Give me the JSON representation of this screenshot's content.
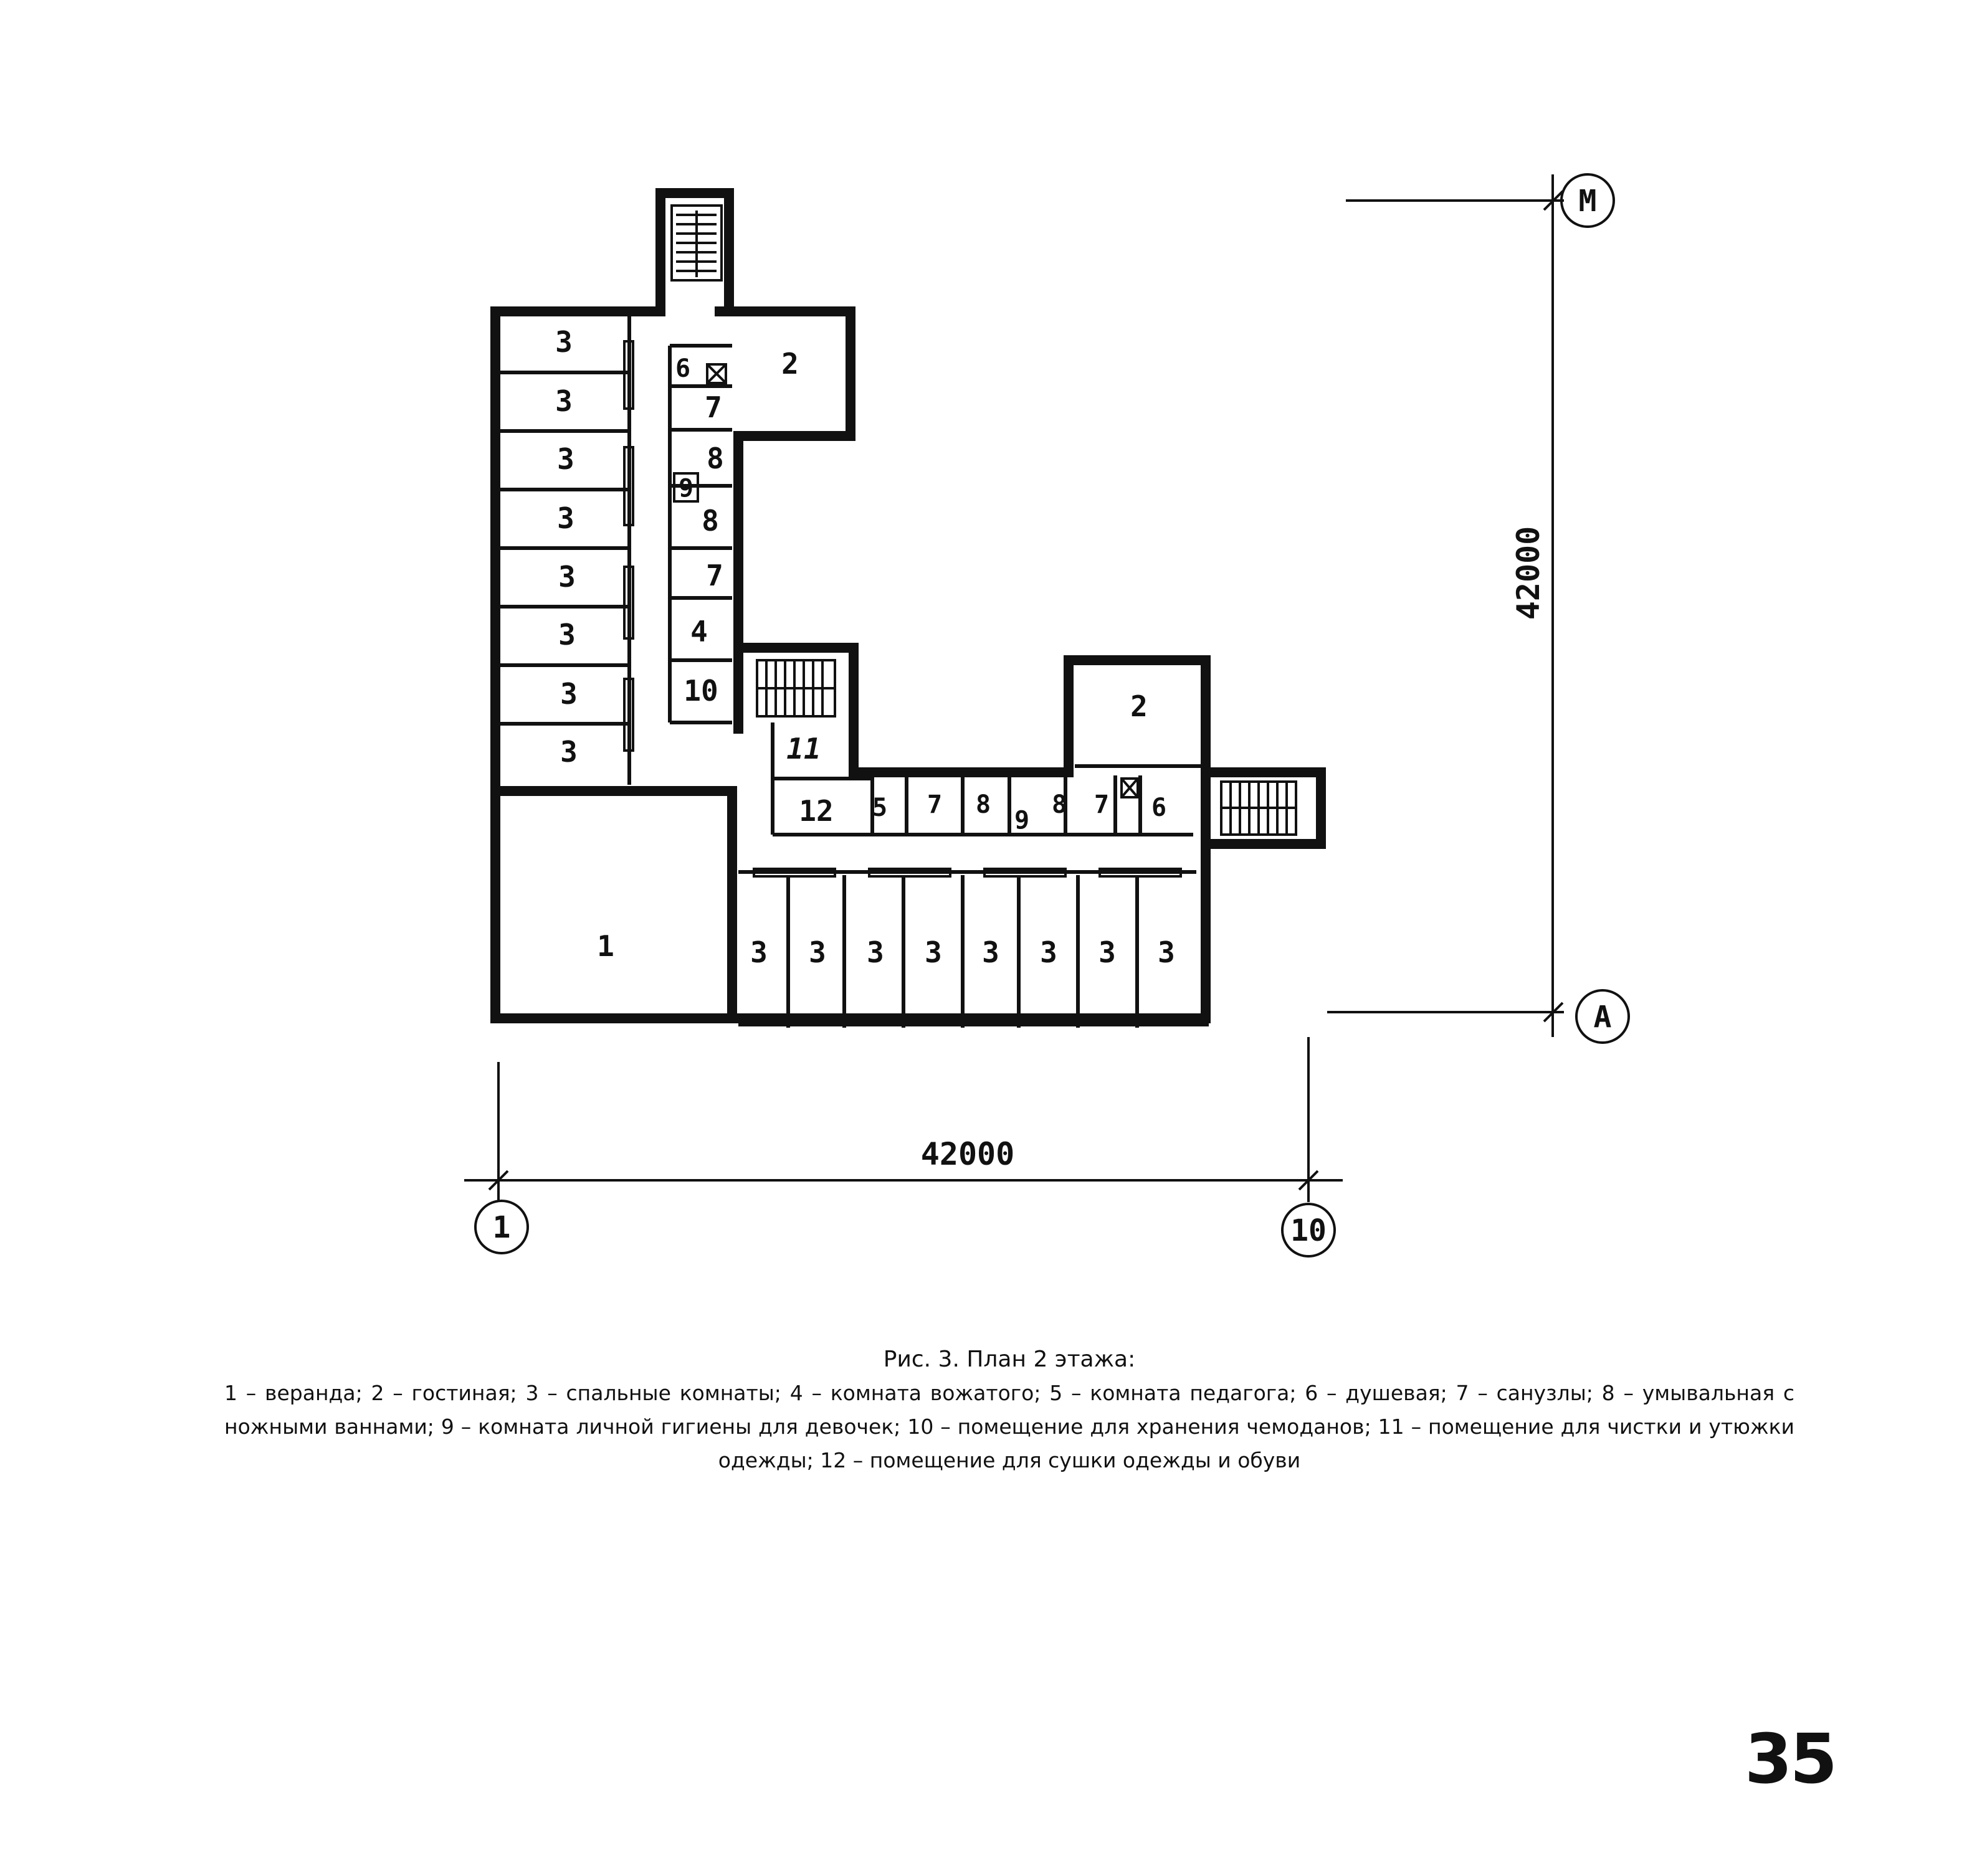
{
  "plan": {
    "axes": {
      "top_right": "М",
      "bottom_right": "А",
      "bottom_left": "1",
      "bottom_mid": "10"
    },
    "dimensions": {
      "horizontal": "42000",
      "vertical": "42000"
    },
    "rooms": {
      "r1": "1",
      "r2a": "2",
      "r2b": "2",
      "r3": "3",
      "r4": "4",
      "r5": "5",
      "r6": "6",
      "r7": "7",
      "r8": "8",
      "r9": "9",
      "r10": "10",
      "r11": "11",
      "r12": "12"
    }
  },
  "caption": {
    "title": "Рис. 3. План 2 этажа:",
    "text": "1 – веранда; 2 – гостиная; 3 – спальные комнаты; 4 – комната вожатого; 5 – комната педагога; 6 – душевая; 7 – санузлы; 8 – умывальная с ножными ваннами; 9 – комната личной гигиены для девочек; 10 – помещение для хранения чемоданов; 11 – помещение для чистки и утюжки одежды; 12 – помещение для сушки одежды и обуви"
  },
  "page_number": "35"
}
